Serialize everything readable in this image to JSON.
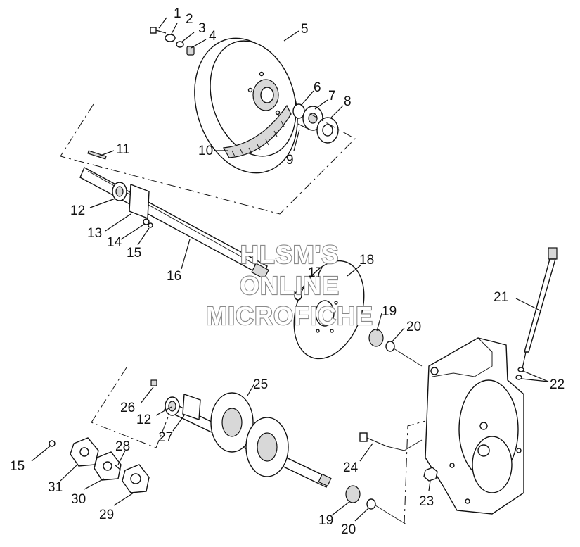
{
  "watermark": {
    "line1": "HLSM'S",
    "line2": "ONLINE",
    "line3": "MICROFICHE"
  },
  "callouts": [
    {
      "id": "c1",
      "label": "1"
    },
    {
      "id": "c2",
      "label": "2"
    },
    {
      "id": "c3",
      "label": "3"
    },
    {
      "id": "c4",
      "label": "4"
    },
    {
      "id": "c5",
      "label": "5"
    },
    {
      "id": "c6",
      "label": "6"
    },
    {
      "id": "c7",
      "label": "7"
    },
    {
      "id": "c8",
      "label": "8"
    },
    {
      "id": "c9",
      "label": "9"
    },
    {
      "id": "c10",
      "label": "10"
    },
    {
      "id": "c11",
      "label": "11"
    },
    {
      "id": "c12a",
      "label": "12"
    },
    {
      "id": "c13",
      "label": "13"
    },
    {
      "id": "c14",
      "label": "14"
    },
    {
      "id": "c15a",
      "label": "15"
    },
    {
      "id": "c16",
      "label": "16"
    },
    {
      "id": "c17",
      "label": "17"
    },
    {
      "id": "c18",
      "label": "18"
    },
    {
      "id": "c19a",
      "label": "19"
    },
    {
      "id": "c20a",
      "label": "20"
    },
    {
      "id": "c21",
      "label": "21"
    },
    {
      "id": "c22",
      "label": "22"
    },
    {
      "id": "c23",
      "label": "23"
    },
    {
      "id": "c24",
      "label": "24"
    },
    {
      "id": "c25",
      "label": "25"
    },
    {
      "id": "c26",
      "label": "26"
    },
    {
      "id": "c12b",
      "label": "12"
    },
    {
      "id": "c27",
      "label": "27"
    },
    {
      "id": "c28",
      "label": "28"
    },
    {
      "id": "c15b",
      "label": "15"
    },
    {
      "id": "c31",
      "label": "31"
    },
    {
      "id": "c30",
      "label": "30"
    },
    {
      "id": "c29",
      "label": "29"
    },
    {
      "id": "c19b",
      "label": "19"
    },
    {
      "id": "c20b",
      "label": "20"
    }
  ]
}
